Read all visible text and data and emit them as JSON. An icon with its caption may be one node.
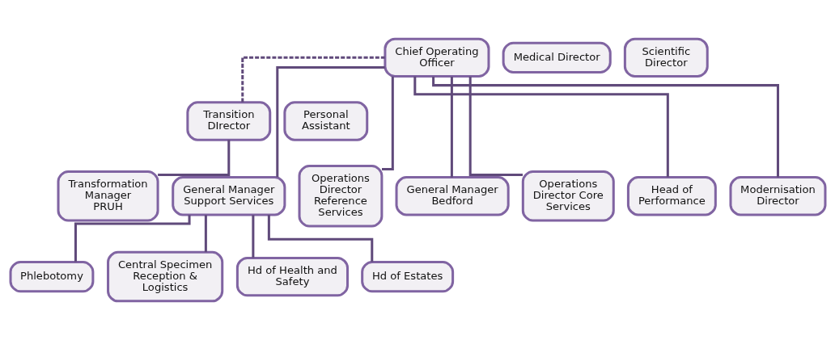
{
  "diagram": {
    "nodes": [
      {
        "text": [
          "Chief Operating Officer"
        ]
      },
      {
        "text": [
          "Medical Director"
        ]
      },
      {
        "text": [
          "Scientific Director"
        ]
      },
      {
        "text": [
          "Transition DIrector"
        ]
      },
      {
        "text": [
          "Personal Assistant"
        ]
      },
      {
        "text": [
          "Transformation Manager",
          "PRUH"
        ]
      },
      {
        "text": [
          "General Manager",
          "Support Services"
        ]
      },
      {
        "text": [
          "Operations Director",
          "Reference Services"
        ]
      },
      {
        "text": [
          "General Manager Bedford"
        ]
      },
      {
        "text": [
          "Operations Director Core Services"
        ]
      },
      {
        "text": [
          "Head of Performance"
        ]
      },
      {
        "text": [
          "Modernisation Director"
        ]
      },
      {
        "text": [
          "Phlebotomy"
        ]
      },
      {
        "text": [
          "Central Specimen Reception & Logistics"
        ]
      },
      {
        "text": [
          "Hd of Health and Safety"
        ]
      },
      {
        "text": [
          "Hd of Estates"
        ]
      }
    ],
    "edges": [
      {
        "from": 0,
        "to": 6,
        "arrow": "none"
      },
      {
        "from": 0,
        "to": 7,
        "arrow": "none"
      },
      {
        "from": 0,
        "to": 8,
        "arrow": "none"
      },
      {
        "from": 0,
        "to": 9,
        "arrow": "none"
      },
      {
        "from": 0,
        "to": 10,
        "arrow": "none"
      },
      {
        "from": 0,
        "to": 11,
        "arrow": "none"
      },
      {
        "from": 3,
        "to": 5,
        "arrow": "none"
      },
      {
        "from": 3,
        "to": 0,
        "arrow": "none",
        "style": "dashed"
      },
      {
        "from": 6,
        "to": 12,
        "arrow": "none"
      },
      {
        "from": 6,
        "to": 13,
        "arrow": "none"
      },
      {
        "from": 6,
        "to": 14,
        "arrow": "none"
      },
      {
        "from": 6,
        "to": 15,
        "arrow": "none"
      }
    ]
  }
}
